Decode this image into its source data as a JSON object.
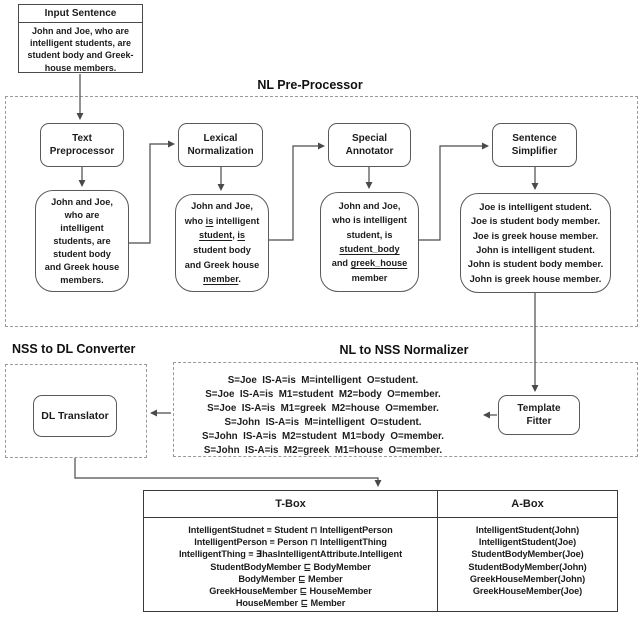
{
  "input_box": {
    "header": "Input Sentence",
    "lines": [
      "John and Joe, who are",
      "intelligent students, are",
      "student body and Greek-",
      "house members."
    ]
  },
  "sections": {
    "preprocessor_label": "NL Pre-Processor",
    "converter_label": "NSS to DL Converter",
    "normalizer_label": "NL to NSS Normalizer"
  },
  "processors": {
    "text_preprocessor": [
      "Text",
      "Preprocessor"
    ],
    "lexical_normalization": [
      "Lexical",
      "Normalization"
    ],
    "special_annotator": [
      "Special",
      "Annotator"
    ],
    "sentence_simplifier": [
      "Sentence",
      "Simplifier"
    ]
  },
  "outputs": {
    "preprocessed": [
      "John and Joe,",
      "who are",
      "intelligent",
      "students, are",
      "student body",
      "and Greek house",
      "members."
    ],
    "normalized": [
      "John and Joe,",
      [
        {
          "t": "who "
        },
        {
          "t": "is",
          "u": true
        },
        {
          "t": " intelligent"
        }
      ],
      [
        {
          "t": "student",
          "u": true
        },
        {
          "t": ", "
        },
        {
          "t": "is",
          "u": true
        }
      ],
      "student body",
      "and Greek house",
      [
        {
          "t": "member",
          "u": true
        },
        {
          "t": "."
        }
      ]
    ],
    "annotated": [
      "John and Joe,",
      "who is intelligent",
      "student, is",
      [
        {
          "t": "student_body",
          "u": true
        }
      ],
      [
        {
          "t": "and "
        },
        {
          "t": "greek_house",
          "u": true
        }
      ],
      "member"
    ],
    "simplified": [
      "Joe is intelligent student.",
      "Joe is student body member.",
      "Joe is greek house member.",
      "John is intelligent student.",
      "John is student body member.",
      "John is greek house member."
    ]
  },
  "dl_translator_label": "DL Translator",
  "template_fitter": [
    "Template",
    "Fitter"
  ],
  "nss_lines": [
    "S=Joe  IS-A=is  M=intelligent  O=student.",
    "S=Joe  IS-A=is  M1=student  M2=body  O=member.",
    "S=Joe  IS-A=is  M1=greek  M2=house  O=member.",
    "S=John  IS-A=is  M=intelligent  O=student.",
    "S=John  IS-A=is  M2=student  M1=body  O=member.",
    "S=John  IS-A=is  M2=greek  M1=house  O=member."
  ],
  "table": {
    "tbox": {
      "header": "T-Box",
      "rows": [
        "IntelligentStudnet ≡ Student ⊓ IntelligentPerson",
        "IntelligentPerson ≡ Person ⊓ IntelligentThing",
        "IntelligentThing ≡ ∃hasIntelligentAttribute.Intelligent",
        "StudentBodyMember ⊑ BodyMember",
        "BodyMember ⊑ Member",
        "GreekHouseMember ⊑ HouseMember",
        "HouseMember ⊑ Member"
      ]
    },
    "abox": {
      "header": "A-Box",
      "rows": [
        "IntelligentStudent(John)",
        "IntelligentStudent(Joe)",
        "StudentBodyMember(Joe)",
        "StudentBodyMember(John)",
        "GreekHouseMember(John)",
        "GreekHouseMember(Joe)"
      ]
    }
  },
  "colors": {
    "line": "#4a4a4a",
    "dashed_border": "#9a9a9a"
  }
}
